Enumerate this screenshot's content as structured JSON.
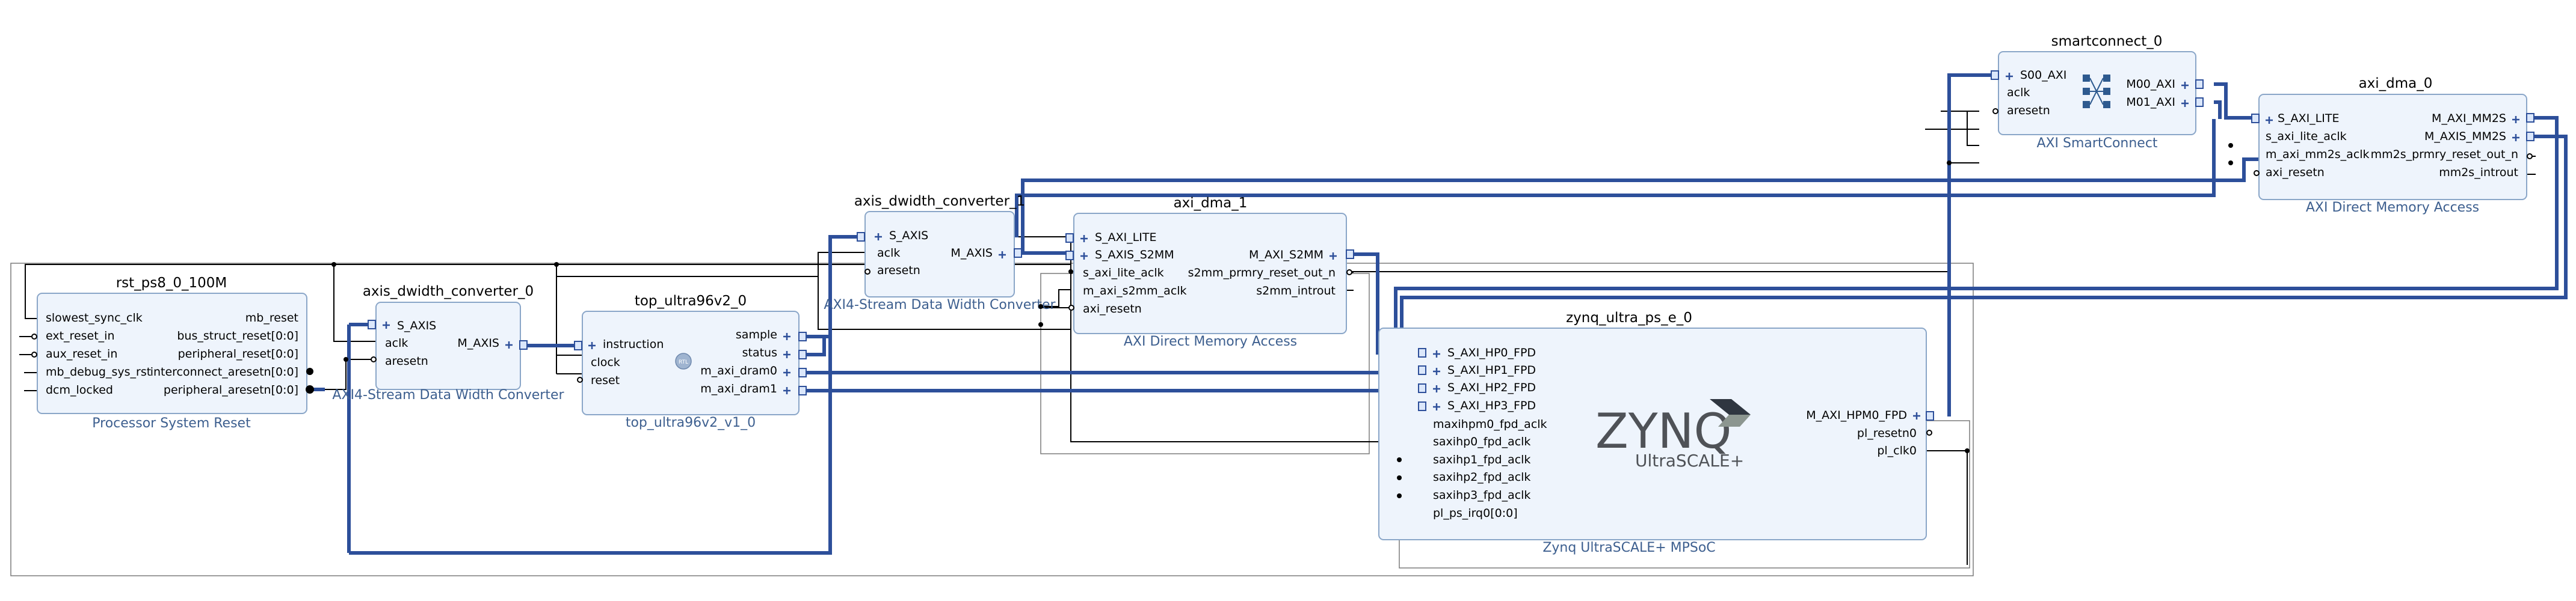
{
  "blocks": {
    "rst": {
      "title": "rst_ps8_0_100M",
      "subtitle": "Processor System Reset",
      "left_pins": [
        "slowest_sync_clk",
        "ext_reset_in",
        "aux_reset_in",
        "mb_debug_sys_rst",
        "dcm_locked"
      ],
      "right_pins": [
        "mb_reset",
        "bus_struct_reset[0:0]",
        "peripheral_reset[0:0]",
        "interconnect_aresetn[0:0]",
        "peripheral_aresetn[0:0]"
      ]
    },
    "dw0": {
      "title": "axis_dwidth_converter_0",
      "subtitle": "AXI4-Stream Data Width Converter",
      "left_pins": [
        "S_AXIS",
        "aclk",
        "aresetn"
      ],
      "right_pins": [
        "M_AXIS"
      ]
    },
    "top": {
      "title": "top_ultra96v2_0",
      "subtitle": "top_ultra96v2_v1_0",
      "badge": "RTL",
      "left_pins": [
        "instruction",
        "clock",
        "reset"
      ],
      "right_pins": [
        "sample",
        "status",
        "m_axi_dram0",
        "m_axi_dram1"
      ]
    },
    "dw1": {
      "title": "axis_dwidth_converter_1",
      "subtitle": "AXI4-Stream Data Width Converter",
      "left_pins": [
        "S_AXIS",
        "aclk",
        "aresetn"
      ],
      "right_pins": [
        "M_AXIS"
      ]
    },
    "dma1": {
      "title": "axi_dma_1",
      "subtitle": "AXI Direct Memory Access",
      "left_pins": [
        "S_AXI_LITE",
        "S_AXIS_S2MM",
        "s_axi_lite_aclk",
        "m_axi_s2mm_aclk",
        "axi_resetn"
      ],
      "right_pins": [
        "M_AXI_S2MM",
        "s2mm_prmry_reset_out_n",
        "s2mm_introut"
      ]
    },
    "zynq": {
      "title": "zynq_ultra_ps_e_0",
      "subtitle": "Zynq UltraSCALE+ MPSoC",
      "logo_main": "ZYNQ",
      "logo_sub": "UltraSCALE+",
      "left_pins": [
        "S_AXI_HP0_FPD",
        "S_AXI_HP1_FPD",
        "S_AXI_HP2_FPD",
        "S_AXI_HP3_FPD",
        "maxihpm0_fpd_aclk",
        "saxihp0_fpd_aclk",
        "saxihp1_fpd_aclk",
        "saxihp2_fpd_aclk",
        "saxihp3_fpd_aclk",
        "pl_ps_irq0[0:0]"
      ],
      "right_pins": [
        "M_AXI_HPM0_FPD",
        "pl_resetn0",
        "pl_clk0"
      ]
    },
    "sc": {
      "title": "smartconnect_0",
      "subtitle": "AXI SmartConnect",
      "left_pins": [
        "S00_AXI",
        "aclk",
        "aresetn"
      ],
      "right_pins": [
        "M00_AXI",
        "M01_AXI"
      ]
    },
    "dma0": {
      "title": "axi_dma_0",
      "subtitle": "AXI Direct Memory Access",
      "left_pins": [
        "S_AXI_LITE",
        "s_axi_lite_aclk",
        "m_axi_mm2s_aclk",
        "axi_resetn"
      ],
      "right_pins": [
        "M_AXI_MM2S",
        "M_AXIS_MM2S",
        "mm2s_prmry_reset_out_n",
        "mm2s_introut"
      ]
    }
  },
  "colors": {
    "block_fill": "#eef4fc",
    "block_border": "#8aa6c8",
    "bus": "#2d4f9a",
    "subtitle": "#3d5f8f",
    "net": "#000000"
  }
}
